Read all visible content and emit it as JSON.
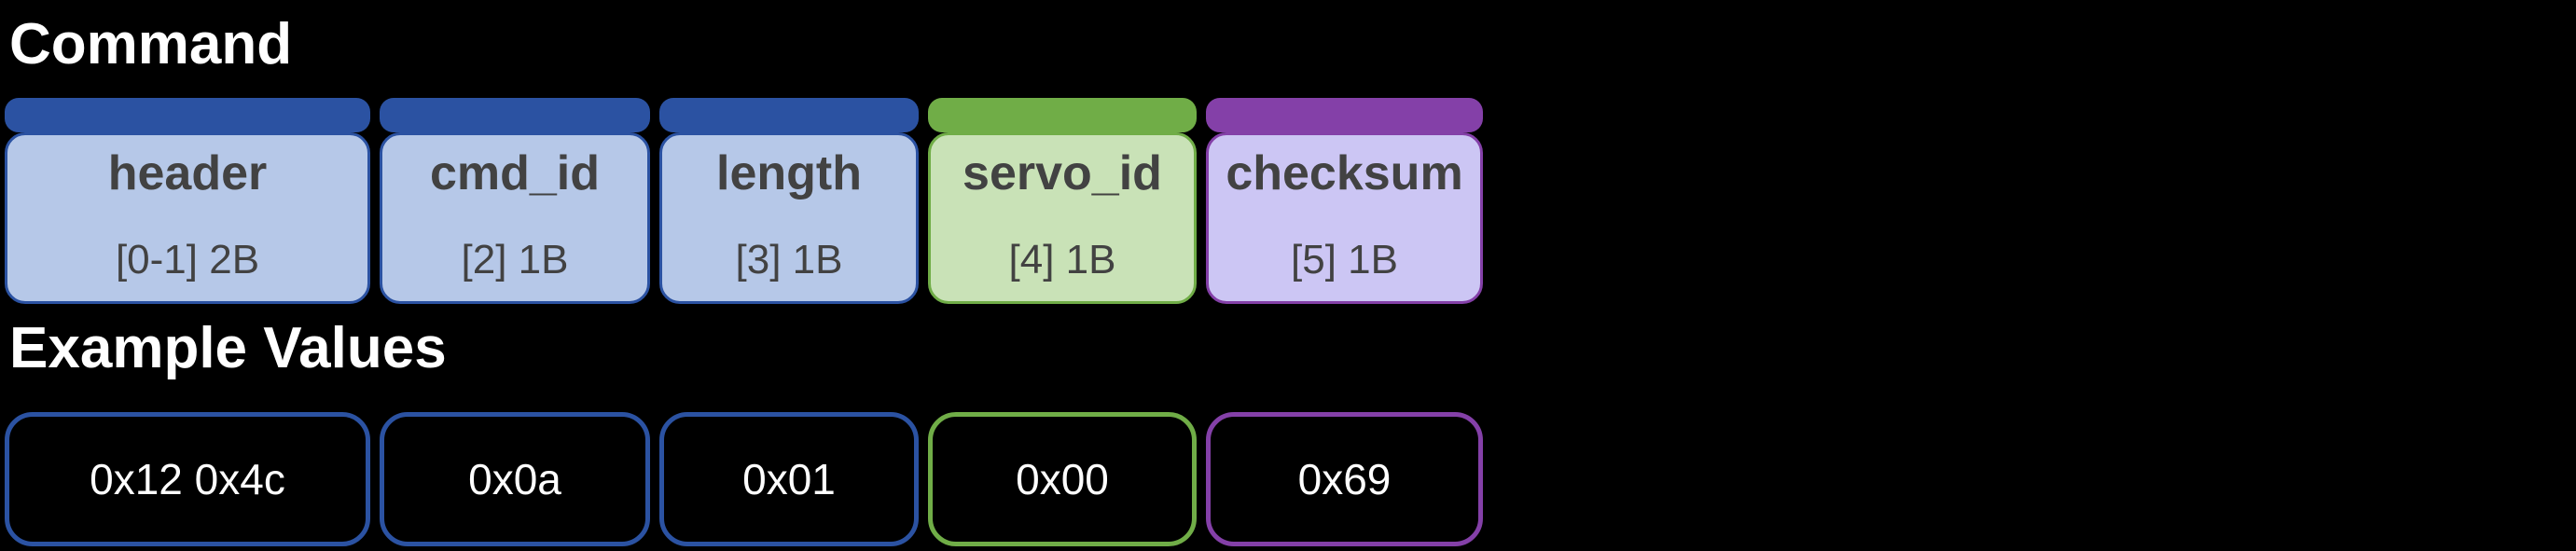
{
  "command_section": {
    "title": "Command"
  },
  "example_section": {
    "title": "Example Values"
  },
  "colors": {
    "background": "#000000",
    "title_text": "#FFFFFF",
    "label_text": "#424242",
    "example_text": "#FFFFFF",
    "blue": {
      "dark": "#2B52A2",
      "light": "#B6C8E8"
    },
    "green": {
      "dark": "#70AD47",
      "light": "#C9E2B7"
    },
    "purple": {
      "dark": "#8440A8",
      "light": "#CCC6F4"
    }
  },
  "fields": [
    {
      "name": "header",
      "byte_range": "[0-1] 2B",
      "example_value": "0x12 0x4c",
      "color": "blue"
    },
    {
      "name": "cmd_id",
      "byte_range": "[2] 1B",
      "example_value": "0x0a",
      "color": "blue"
    },
    {
      "name": "length",
      "byte_range": "[3] 1B",
      "example_value": "0x01",
      "color": "blue"
    },
    {
      "name": "servo_id",
      "byte_range": "[4] 1B",
      "example_value": "0x00",
      "color": "green"
    },
    {
      "name": "checksum",
      "byte_range": "[5] 1B",
      "example_value": "0x69",
      "color": "purple"
    }
  ]
}
